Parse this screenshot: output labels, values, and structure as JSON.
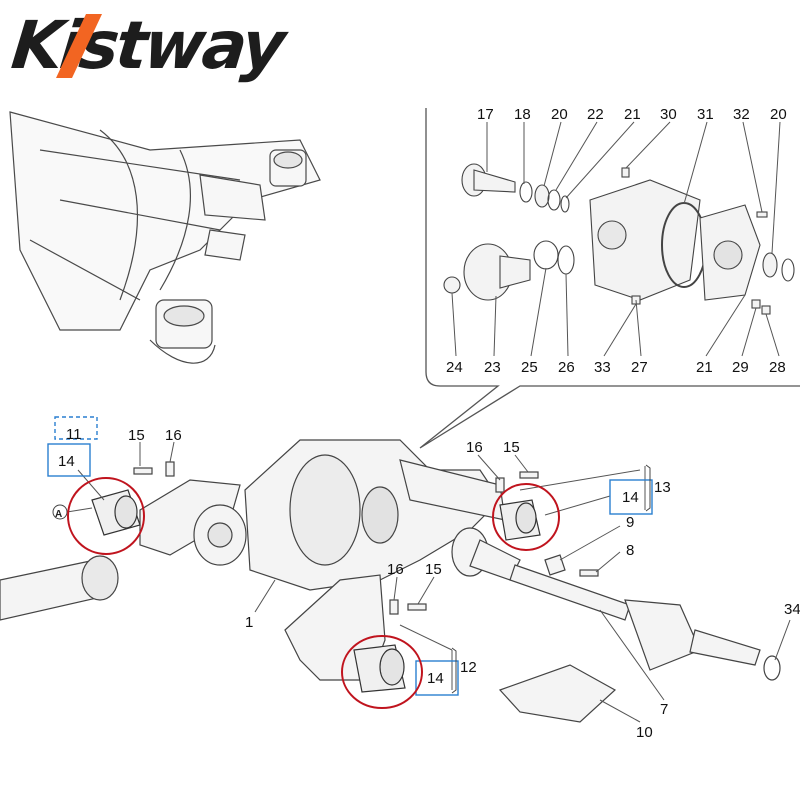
{
  "logo": {
    "text": "Kistway",
    "accent_color": "#f26522",
    "text_color": "#1d1d1d"
  },
  "colors": {
    "highlight_circle": "#c0141e",
    "highlight_box": "#2a7fd0",
    "line": "#3a3a3a",
    "part_fill": "#f0f0f0"
  },
  "inset_callouts": [
    {
      "id": "inset-17",
      "label": "17"
    },
    {
      "id": "inset-18",
      "label": "18"
    },
    {
      "id": "inset-20a",
      "label": "20"
    },
    {
      "id": "inset-22",
      "label": "22"
    },
    {
      "id": "inset-21a",
      "label": "21"
    },
    {
      "id": "inset-30",
      "label": "30"
    },
    {
      "id": "inset-31",
      "label": "31"
    },
    {
      "id": "inset-32",
      "label": "32"
    },
    {
      "id": "inset-20b",
      "label": "20"
    },
    {
      "id": "inset-24",
      "label": "24"
    },
    {
      "id": "inset-23",
      "label": "23"
    },
    {
      "id": "inset-25",
      "label": "25"
    },
    {
      "id": "inset-26",
      "label": "26"
    },
    {
      "id": "inset-33",
      "label": "33"
    },
    {
      "id": "inset-27",
      "label": "27"
    },
    {
      "id": "inset-21b",
      "label": "21"
    },
    {
      "id": "inset-29",
      "label": "29"
    },
    {
      "id": "inset-28",
      "label": "28"
    }
  ],
  "main_callouts": [
    {
      "id": "main-11",
      "label": "11"
    },
    {
      "id": "main-14a",
      "label": "14"
    },
    {
      "id": "main-15a",
      "label": "15"
    },
    {
      "id": "main-16a",
      "label": "16"
    },
    {
      "id": "main-16b",
      "label": "16"
    },
    {
      "id": "main-15b",
      "label": "15"
    },
    {
      "id": "main-14b",
      "label": "14"
    },
    {
      "id": "main-13",
      "label": "13"
    },
    {
      "id": "main-9",
      "label": "9"
    },
    {
      "id": "main-8",
      "label": "8"
    },
    {
      "id": "main-16c",
      "label": "16"
    },
    {
      "id": "main-15c",
      "label": "15"
    },
    {
      "id": "main-1",
      "label": "1"
    },
    {
      "id": "main-12",
      "label": "12"
    },
    {
      "id": "main-14c",
      "label": "14"
    },
    {
      "id": "main-7",
      "label": "7"
    },
    {
      "id": "main-10",
      "label": "10"
    },
    {
      "id": "main-34",
      "label": "34"
    }
  ],
  "view_marker": "A"
}
